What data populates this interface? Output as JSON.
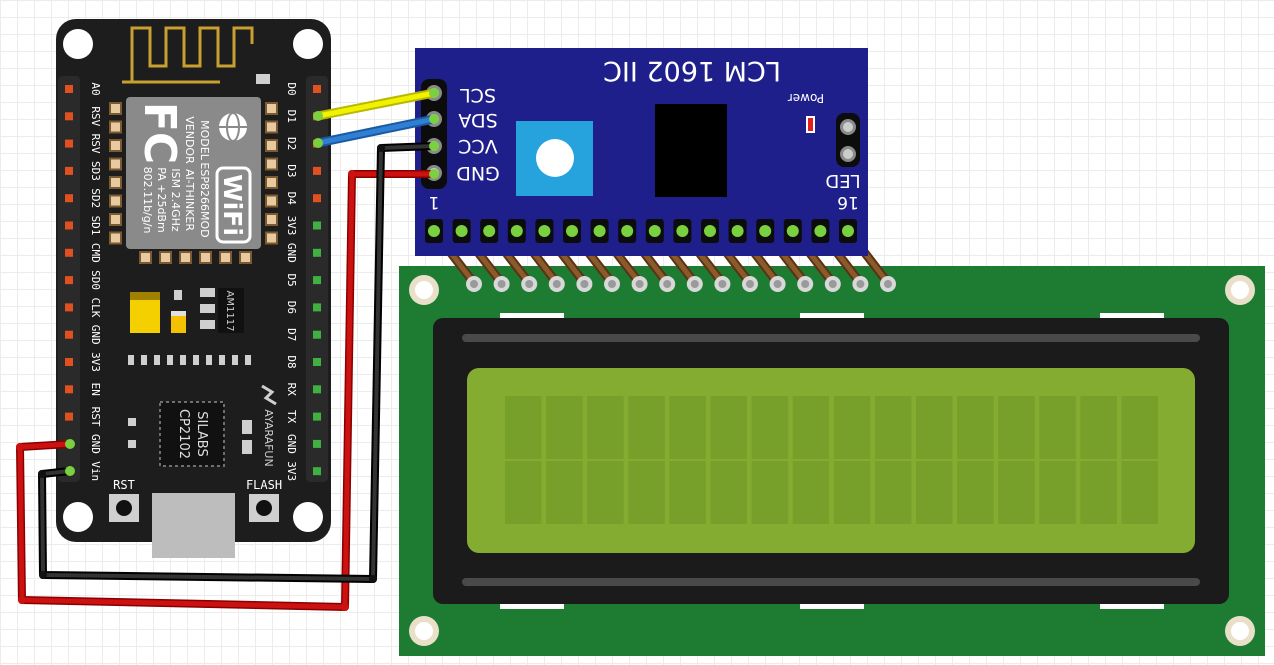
{
  "nodemcu": {
    "left_pins": [
      "A0",
      "RSV",
      "RSV",
      "SD3",
      "SD2",
      "SD1",
      "CMD",
      "SD0",
      "CLK",
      "GND",
      "3V3",
      "EN",
      "RST",
      "GND",
      "Vin"
    ],
    "right_pins": [
      "D0",
      "D1",
      "D2",
      "D3",
      "D4",
      "3V3",
      "GND",
      "D5",
      "D6",
      "D7",
      "D8",
      "RX",
      "TX",
      "GND",
      "3V3"
    ],
    "module_model_lines": [
      "MODEL",
      "VENDOR",
      "ISM 2.4GHz",
      "PA +25dBm",
      "802.11b/g/n"
    ],
    "module_name_lines": [
      "ESP8266MOD",
      "AI-THINKER"
    ],
    "fcc_logo": "FC",
    "wifi_logo": "WiFi",
    "regulator_label": "AM1117",
    "usb_chip_lines": [
      "SILABS",
      "CP2102"
    ],
    "brand": "AYARAFUN",
    "rst_label": "RST",
    "flash_label": "FLASH"
  },
  "i2c_module": {
    "title": "LCM 1602 IIC",
    "pins": [
      "SCL",
      "SDA",
      "VCC",
      "GND"
    ],
    "power_label": "Power",
    "led_label": "LED",
    "pin_first": "1",
    "pin_last": "16"
  },
  "colors": {
    "board": "#1d1d1d",
    "i2c_board": "#1f1f8c",
    "lcd_pcb": "#1e7b32",
    "lcd_screen": "#84ac31",
    "wire_scl": "#f2f200",
    "wire_sda": "#2f7fd4",
    "wire_vcc": "#111111",
    "wire_gnd": "#cc1111"
  }
}
